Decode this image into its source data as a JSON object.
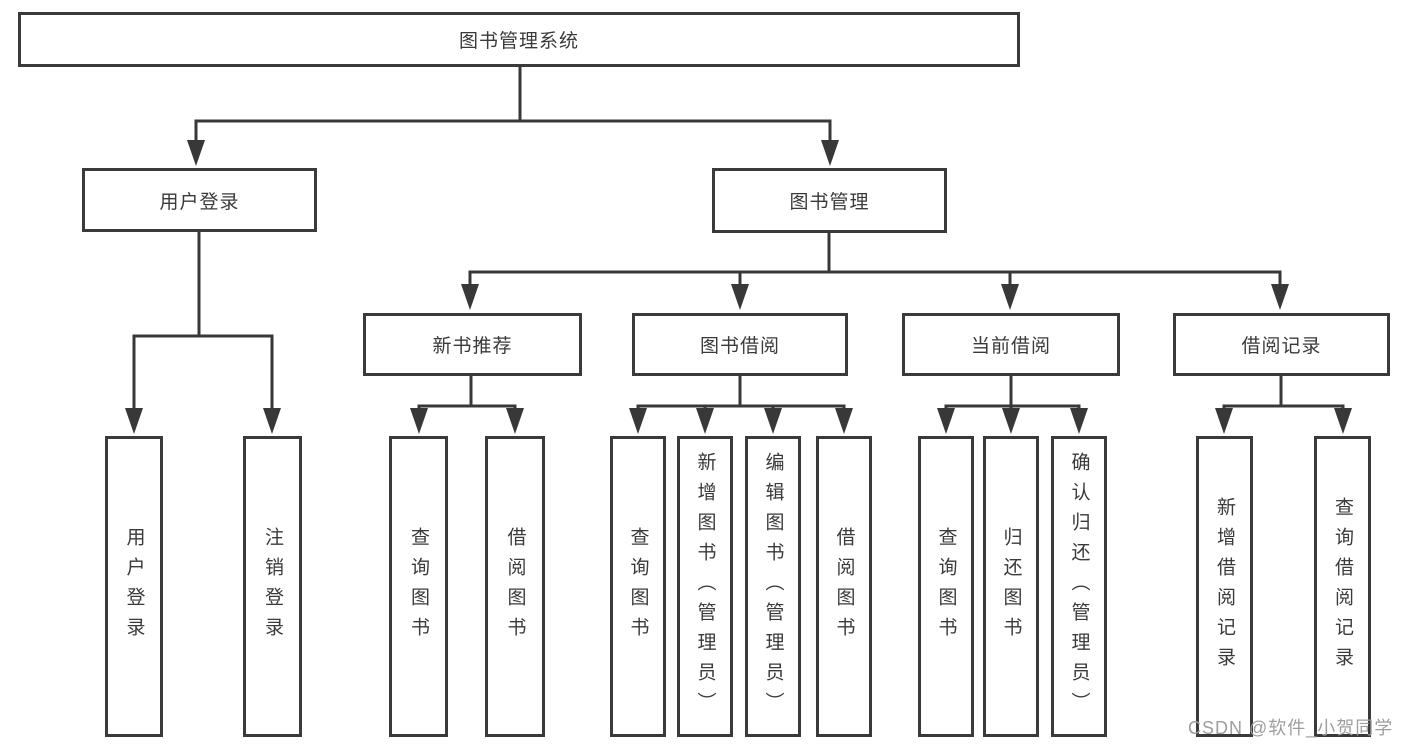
{
  "diagram": {
    "root": {
      "label": "图书管理系统"
    },
    "level2": [
      {
        "label": "用户登录"
      },
      {
        "label": "图书管理"
      }
    ],
    "level3": [
      {
        "label": "新书推荐"
      },
      {
        "label": "图书借阅"
      },
      {
        "label": "当前借阅"
      },
      {
        "label": "借阅记录"
      }
    ],
    "leaves": {
      "user": [
        {
          "label": "用户登录"
        },
        {
          "label": "注销登录"
        }
      ],
      "recommend": [
        {
          "label": "查询图书"
        },
        {
          "label": "借阅图书"
        }
      ],
      "borrow": [
        {
          "label": "查询图书"
        },
        {
          "label": "新增图书（管理员）"
        },
        {
          "label": "编辑图书（管理员）"
        },
        {
          "label": "借阅图书"
        }
      ],
      "current": [
        {
          "label": "查询图书"
        },
        {
          "label": "归还图书"
        },
        {
          "label": "确认归还（管理员）"
        }
      ],
      "records": [
        {
          "label": "新增借阅记录"
        },
        {
          "label": "查询借阅记录"
        }
      ]
    }
  },
  "watermark": {
    "text": "CSDN @软件_小贺同学"
  },
  "colors": {
    "line": "#383838",
    "text": "#3a3a3a",
    "watermark": "#9e9e9e",
    "background": "#ffffff"
  }
}
